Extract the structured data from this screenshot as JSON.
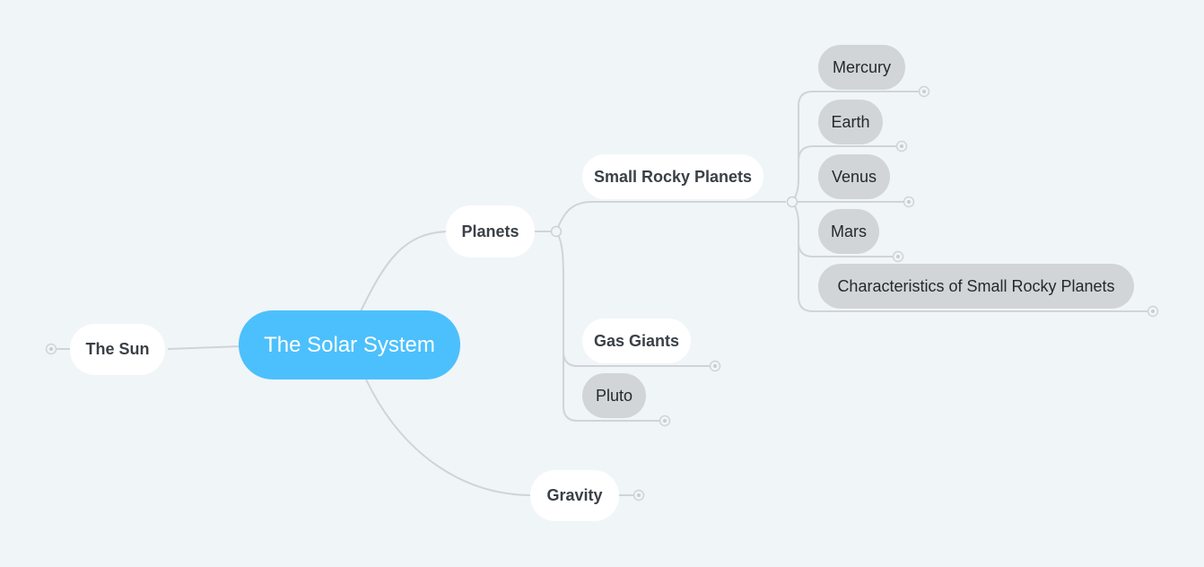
{
  "colors": {
    "background": "#f0f5f8",
    "central": "#4cc0fc",
    "main_topic": "#ffffff",
    "leaf_topic": "#d2d5d8",
    "line": "#d0d4d8"
  },
  "map": {
    "central": "The Solar System",
    "main_topics": [
      "The Sun",
      "Planets",
      "Gravity"
    ],
    "planets": {
      "subtopics": [
        "Small Rocky Planets",
        "Gas Giants",
        "Pluto"
      ],
      "small_rocky_planets": [
        "Mercury",
        "Earth",
        "Venus",
        "Mars",
        "Characteristics of Small Rocky Planets"
      ]
    }
  }
}
